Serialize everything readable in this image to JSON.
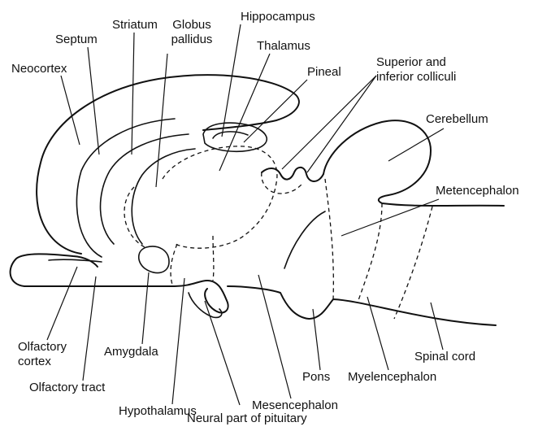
{
  "labels": {
    "neocortex": "Neocortex",
    "septum": "Septum",
    "striatum": "Striatum",
    "globus_pallidus_line1": "Globus",
    "globus_pallidus_line2": "pallidus",
    "hippocampus": "Hippocampus",
    "thalamus": "Thalamus",
    "pineal": "Pineal",
    "colliculi_line1": "Superior and",
    "colliculi_line2": "inferior colliculi",
    "cerebellum": "Cerebellum",
    "metencephalon": "Metencephalon",
    "olfactory_cortex_line1": "Olfactory",
    "olfactory_cortex_line2": "cortex",
    "olfactory_tract": "Olfactory tract",
    "amygdala": "Amygdala",
    "hypothalamus": "Hypothalamus",
    "neural_pituitary": "Neural part of pituitary",
    "mesencephalon": "Mesencephalon",
    "pons": "Pons",
    "myelencephalon": "Myelencephalon",
    "spinal_cord": "Spinal cord"
  }
}
